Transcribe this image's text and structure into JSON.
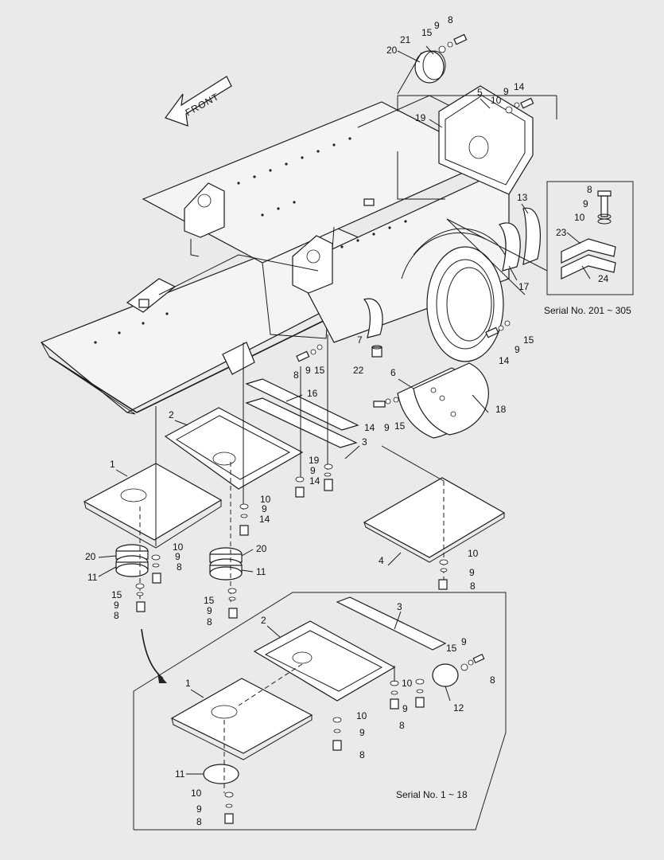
{
  "front_label": "FRONT",
  "serial_top_right": "Serial No. 201 ~ 305",
  "serial_bottom": "Serial No. 1 ~ 18",
  "callouts": {
    "c_8a": "8",
    "c_9a": "9",
    "c_15a": "15",
    "c_21": "21",
    "c_20a": "20",
    "c_14a": "14",
    "c_9b": "9",
    "c_10a": "10",
    "c_5": "5",
    "c_19a": "19",
    "c_13": "13",
    "c_17": "17",
    "c_8b": "8",
    "c_9c": "9",
    "c_10b": "10",
    "c_23": "23",
    "c_24": "24",
    "c_15b": "15",
    "c_9d": "9",
    "c_14b": "14",
    "c_7": "7",
    "c_22": "22",
    "c_9e": "9",
    "c_15c": "15",
    "c_8c": "8",
    "c_6": "6",
    "c_18": "18",
    "c_14c": "14",
    "c_9f": "9",
    "c_15d": "15",
    "c_16": "16",
    "c_2a": "2",
    "c_3a": "3",
    "c_1a": "1",
    "c_19b": "19",
    "c_9g": "9",
    "c_14d": "14",
    "c_10c": "10",
    "c_9h": "9",
    "c_14e": "14",
    "c_10d": "10",
    "c_20b": "20",
    "c_9i": "9",
    "c_11a": "11",
    "c_8d": "8",
    "c_20c": "20",
    "c_11b": "11",
    "c_15e": "15",
    "c_9j": "9",
    "c_8e": "8",
    "c_15f": "15",
    "c_9k": "9",
    "c_8f": "8",
    "c_4": "4",
    "c_10e": "10",
    "c_9l": "9",
    "c_8g": "8",
    "c_3b": "3",
    "c_2b": "2",
    "c_15g": "15",
    "c_9m": "9",
    "c_8h": "8",
    "c_10f": "10",
    "c_9n": "9",
    "c_12": "12",
    "c_8i": "8",
    "c_1b": "1",
    "c_10g": "10",
    "c_9o": "9",
    "c_8j": "8",
    "c_11c": "11",
    "c_10h": "10",
    "c_9p": "9",
    "c_8k": "8"
  }
}
